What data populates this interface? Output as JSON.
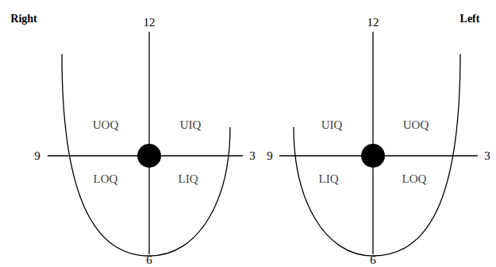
{
  "diagram": {
    "labels": [
      "Right",
      "12",
      "12",
      "Left",
      "UOQ",
      "UIQ",
      "UIQ",
      "UOQ",
      "9",
      "3",
      "9",
      "3",
      "LOQ",
      "LIQ",
      "LIQ",
      "LOQ",
      "6",
      "6"
    ]
  }
}
